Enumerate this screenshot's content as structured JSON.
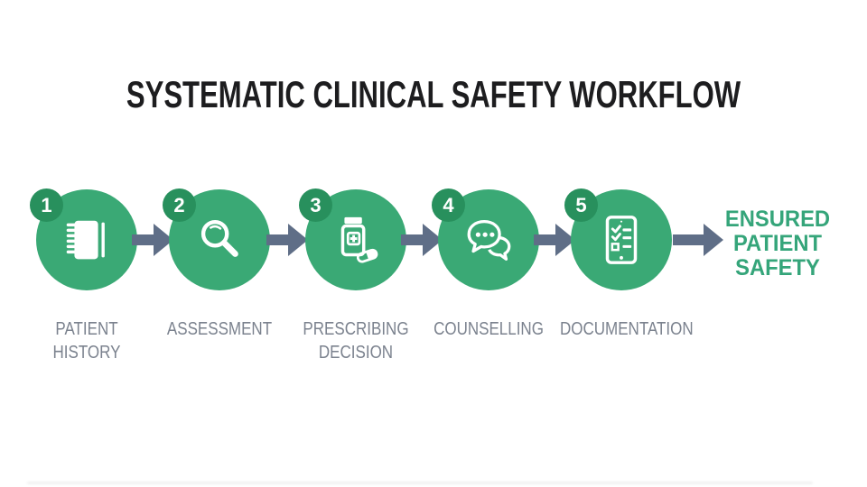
{
  "title": "SYSTEMATIC CLINICAL SAFETY WORKFLOW",
  "steps": [
    {
      "number": "1",
      "label": "PATIENT\nHISTORY",
      "icon": "spiral-notebook-icon"
    },
    {
      "number": "2",
      "label": "ASSESSMENT",
      "icon": "magnifier-icon"
    },
    {
      "number": "3",
      "label": "PRESCRIBING\nDECISION",
      "icon": "pill-bottle-icon"
    },
    {
      "number": "4",
      "label": "COUNSELLING",
      "icon": "chat-bubbles-icon"
    },
    {
      "number": "5",
      "label": "DOCUMENTATION",
      "icon": "tablet-checklist-icon"
    }
  ],
  "result": {
    "label": "ENSURED\nPATIENT\nSAFETY"
  },
  "colors": {
    "green": "#3aa975",
    "green-dark": "#28905d",
    "slate": "#5f6e87",
    "label-gray": "#7b828e",
    "ink": "#1d1d1f",
    "result-green": "#35a57a",
    "bg": "#ffffff"
  }
}
